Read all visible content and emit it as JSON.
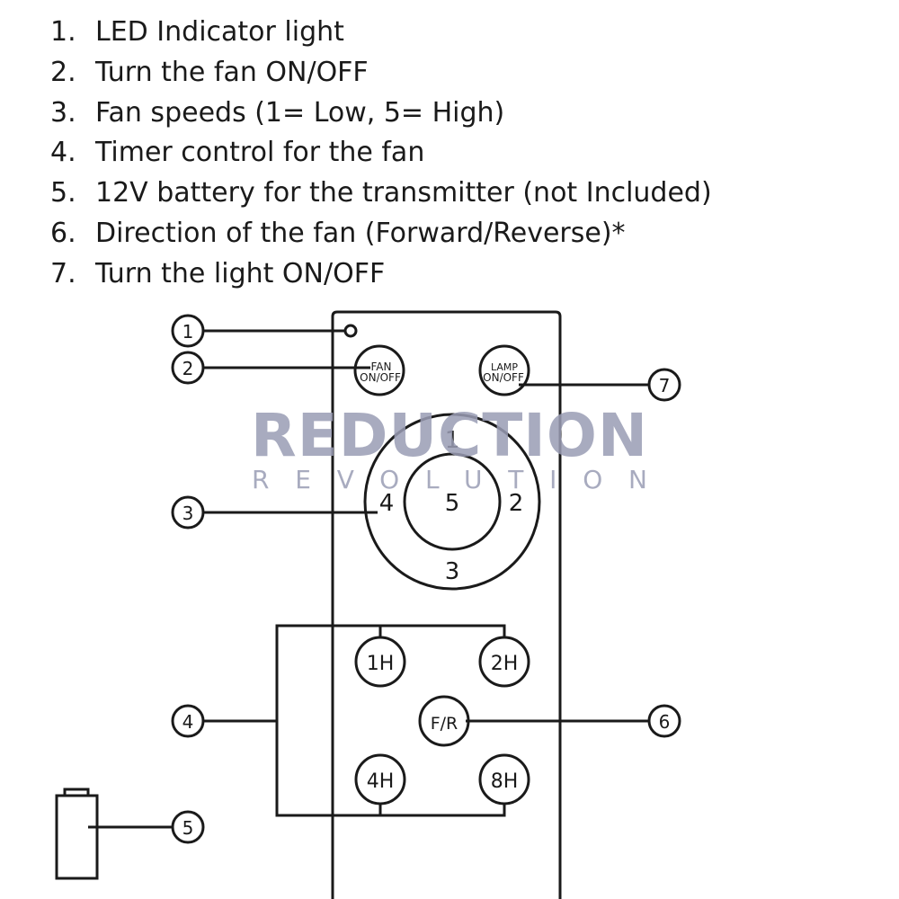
{
  "legend": [
    {
      "num": "1.",
      "text": "LED Indicator light"
    },
    {
      "num": "2.",
      "text": "Turn the fan ON/OFF"
    },
    {
      "num": "3.",
      "text": "Fan speeds (1= Low, 5= High)"
    },
    {
      "num": "4.",
      "text": "Timer control for the fan"
    },
    {
      "num": "5.",
      "text": "12V battery for the transmitter (not Included)"
    },
    {
      "num": "6.",
      "text": "Direction of the fan (Forward/Reverse)*"
    },
    {
      "num": "7.",
      "text": "Turn the light ON/OFF"
    }
  ],
  "callouts": {
    "c1": "1",
    "c2": "2",
    "c3": "3",
    "c4": "4",
    "c5": "5",
    "c6": "6",
    "c7": "7"
  },
  "buttons": {
    "fan_line1": "FAN",
    "fan_line2": "ON/OFF",
    "lamp_line1": "LAMP",
    "lamp_line2": "ON/OFF",
    "speed_1": "1",
    "speed_2": "2",
    "speed_3": "3",
    "speed_4": "4",
    "speed_5": "5",
    "timer_1h": "1H",
    "timer_2h": "2H",
    "timer_4h": "4H",
    "timer_8h": "8H",
    "direction": "F/R"
  },
  "watermark": {
    "line1": "REDUCTION",
    "line2": "REVOLUTION"
  },
  "colors": {
    "ink": "#1a1a1a",
    "watermark": "#9a9db5",
    "background": "#ffffff"
  }
}
